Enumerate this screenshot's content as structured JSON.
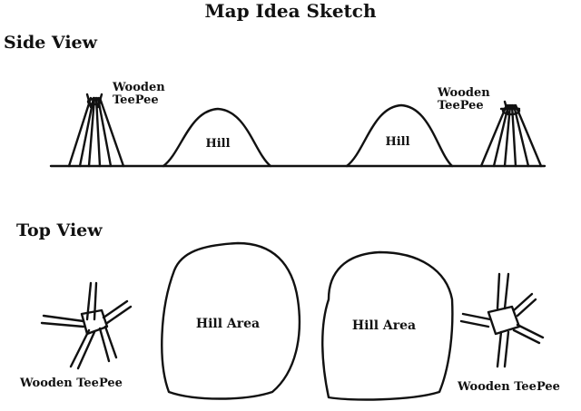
{
  "title": "Map Idea Sketch",
  "side_view": {
    "heading": "Side View",
    "teepee_left_label": [
      "Wooden",
      "TeePee"
    ],
    "hill_left_label": "Hill",
    "hill_right_label": "Hill",
    "teepee_right_label": [
      "Wooden",
      "TeePee"
    ]
  },
  "top_view": {
    "heading": "Top View",
    "area_left_label": "Hill Area",
    "area_right_label": "Hill Area",
    "teepee_left_label": "Wooden TeePee",
    "teepee_right_label": "Wooden TeePee"
  }
}
